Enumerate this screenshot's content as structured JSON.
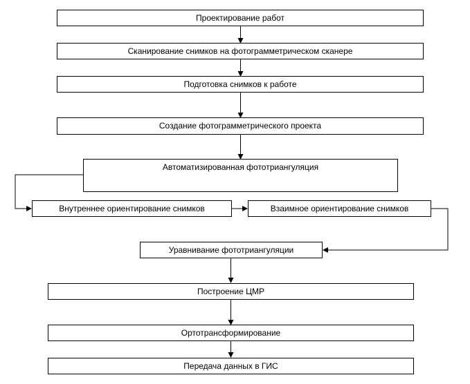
{
  "steps": {
    "design": "Проектирование работ",
    "scanning": "Сканирование снимков на фотограмметрическом сканере",
    "preparation": "Подготовка снимков к работе",
    "project": "Создание фотограмметрического проекта",
    "aerotriangulation": "Автоматизированная фототриангуляция",
    "interior": "Внутреннее ориентирование снимков",
    "relative": "Взаимное ориентирование снимков",
    "adjustment": "Уравнивание  фототриангуляции",
    "dem": "Построение ЦМР",
    "ortho": "Ортотрансформирование",
    "gis": "Передача данных в ГИС"
  }
}
